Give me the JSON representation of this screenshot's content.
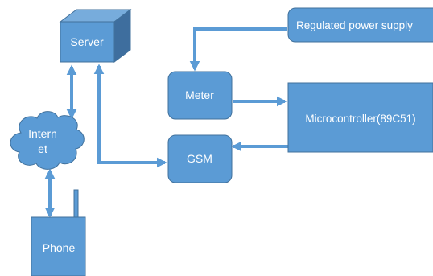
{
  "nodes": {
    "server": "Server",
    "internet_line1": "Intern",
    "internet_line2": "et",
    "phone": "Phone",
    "meter": "Meter",
    "gsm": "GSM",
    "microcontroller": "Microcontroller(89C51)",
    "power_supply": "Regulated power supply"
  },
  "colors": {
    "block_fill": "#5b9bd5",
    "block_stroke": "#41719c",
    "block_dark": "#3e6e9e",
    "block_top": "#77acdc",
    "connector": "#5b9bd5",
    "text": "#ffffff"
  }
}
